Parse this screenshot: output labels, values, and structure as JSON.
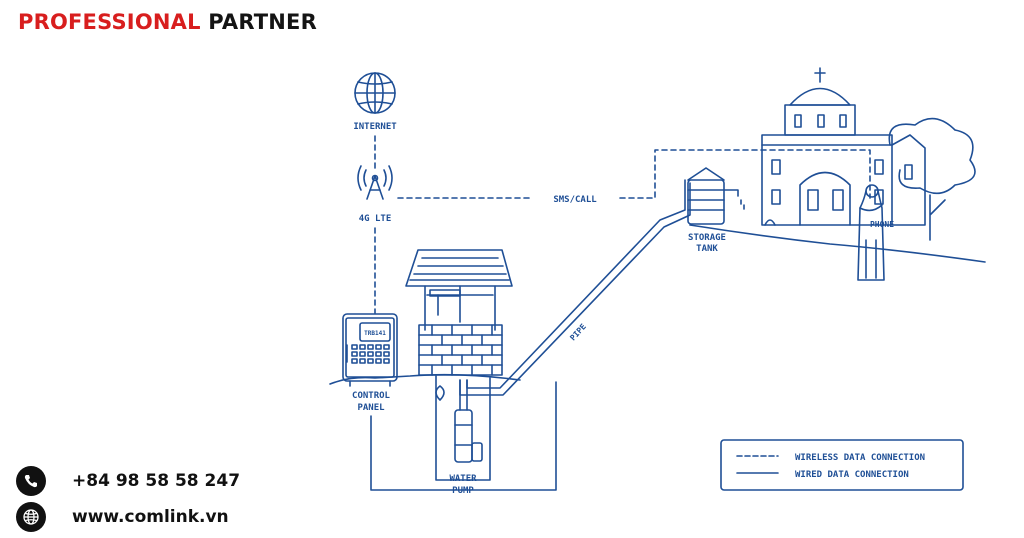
{
  "brand": {
    "part1": "PROFESSIONAL",
    "part2": "PARTNER"
  },
  "contact": {
    "phone": "+84 98 58 58 247",
    "website": "www.comlink.vn",
    "phone_icon": "phone-icon",
    "web_icon": "globe-icon"
  },
  "diagram": {
    "internet": "INTERNET",
    "lte": "4G LTE",
    "sms_call": "SMS/CALL",
    "control_panel_1": "CONTROL",
    "control_panel_2": "PANEL",
    "device_label": "TRB141",
    "storage_1": "STORAGE",
    "storage_2": "TANK",
    "phone": "PHONE",
    "pipe": "PIPE",
    "water_pump_1": "WATER",
    "water_pump_2": "PUMP"
  },
  "legend": {
    "wireless": "WIRELESS DATA CONNECTION",
    "wired": "WIRED DATA CONNECTION"
  },
  "colors": {
    "line": "#1f4f96",
    "brand_red": "#d81e1e",
    "dark": "#141414"
  }
}
